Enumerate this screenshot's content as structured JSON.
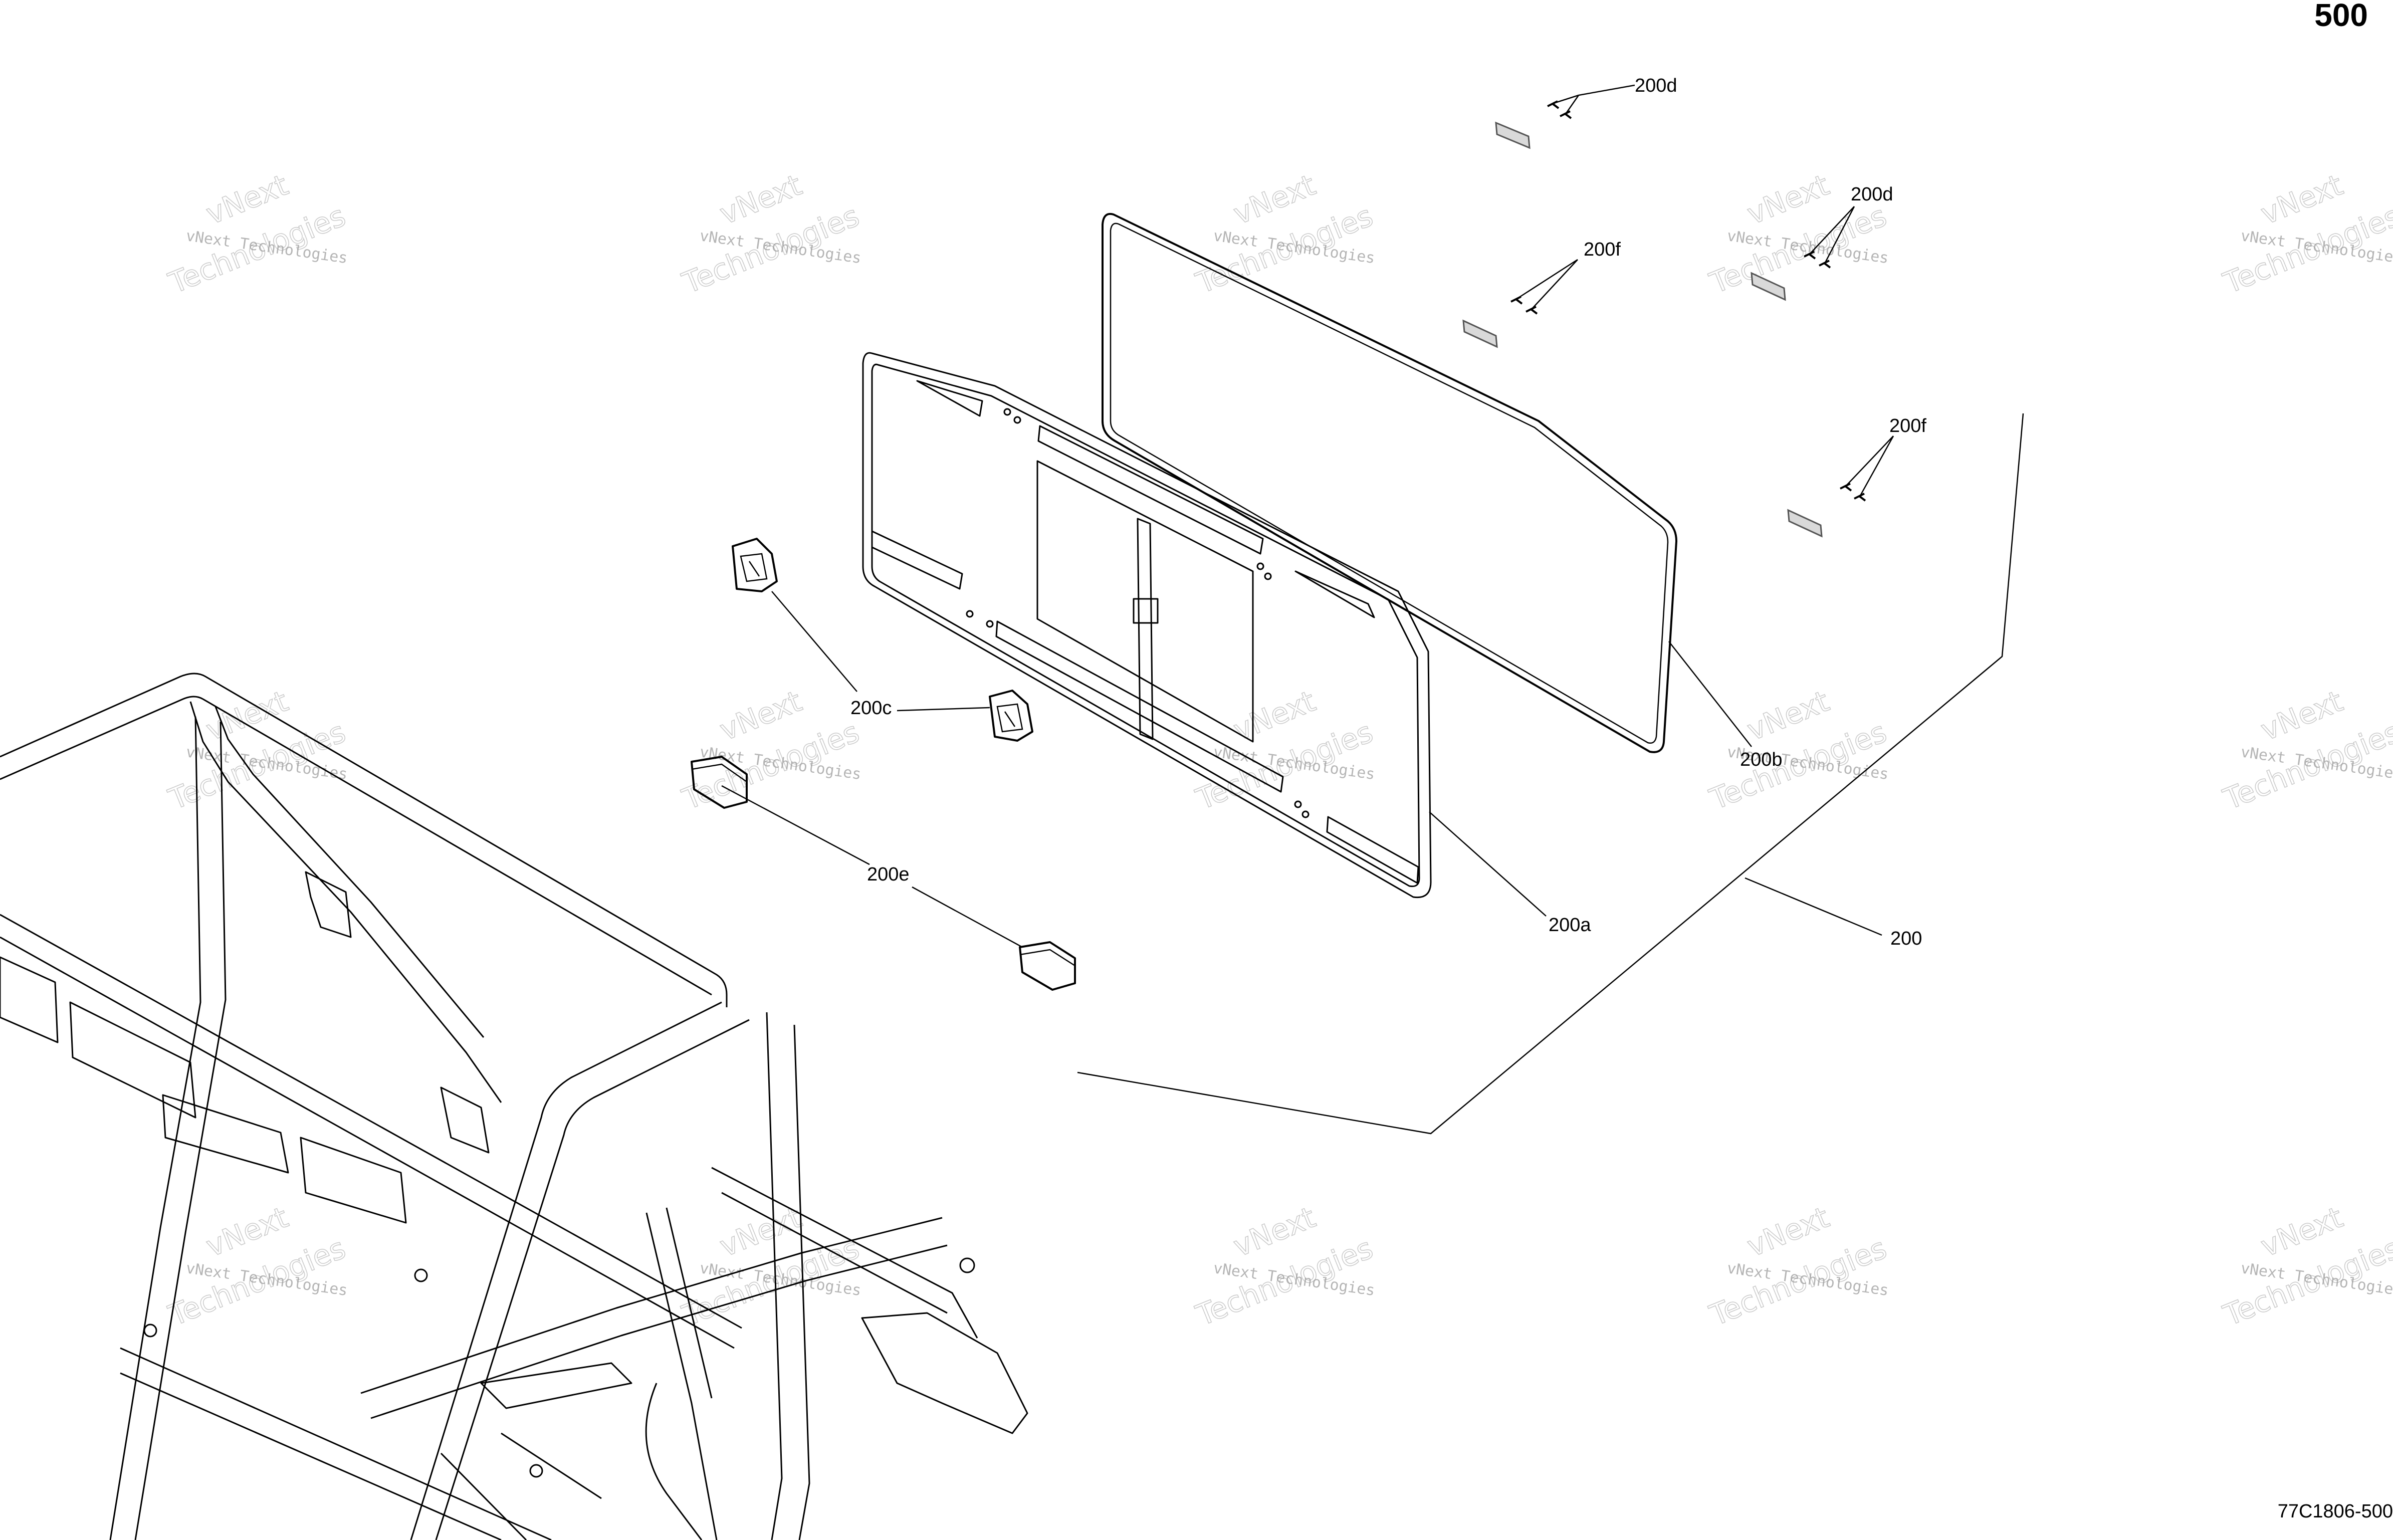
{
  "page_number": "500",
  "reference_code": "77C1806-500",
  "callouts": {
    "c200": "200",
    "c200a": "200a",
    "c200b": "200b",
    "c200c": "200c",
    "c200d_top": "200d",
    "c200d_right": "200d",
    "c200e": "200e",
    "c200f_mid": "200f",
    "c200f_right": "200f"
  },
  "watermark": {
    "line1": "vNext Technologies",
    "line2a": "vNext",
    "line2b": "Technologies"
  }
}
